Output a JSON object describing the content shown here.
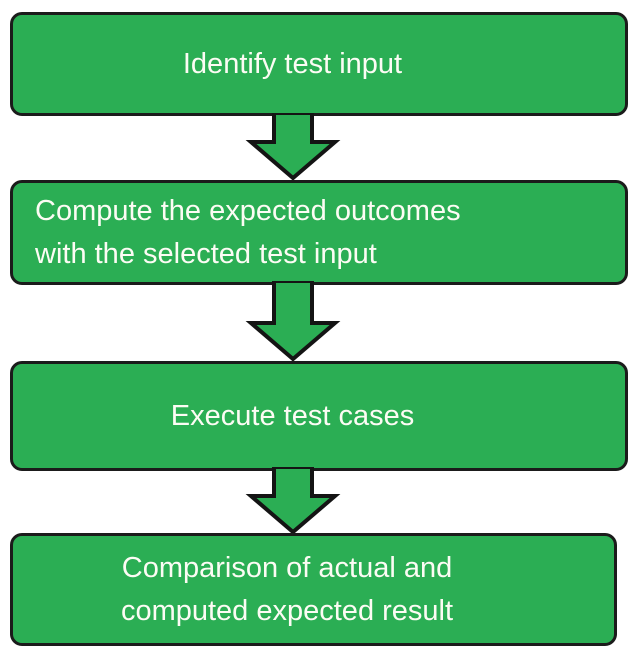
{
  "diagram": {
    "type": "flowchart",
    "direction": "top-down",
    "colors": {
      "background": "#ffffff",
      "box_fill": "#2bae54",
      "box_border": "#1b1b1b",
      "arrow_fill": "#2bae54",
      "arrow_outline": "#141414",
      "text_color": "#fcfcf4"
    },
    "steps": [
      {
        "lines": [
          "Identify test input"
        ],
        "align": "center"
      },
      {
        "lines": [
          "Compute the expected outcomes",
          "with the selected test input"
        ],
        "align": "left"
      },
      {
        "lines": [
          "Execute test cases"
        ],
        "align": "center"
      },
      {
        "lines": [
          "Comparison of actual and",
          "computed expected result"
        ],
        "align": "center"
      }
    ],
    "connectors": [
      "down-arrow",
      "down-arrow",
      "down-arrow"
    ]
  }
}
